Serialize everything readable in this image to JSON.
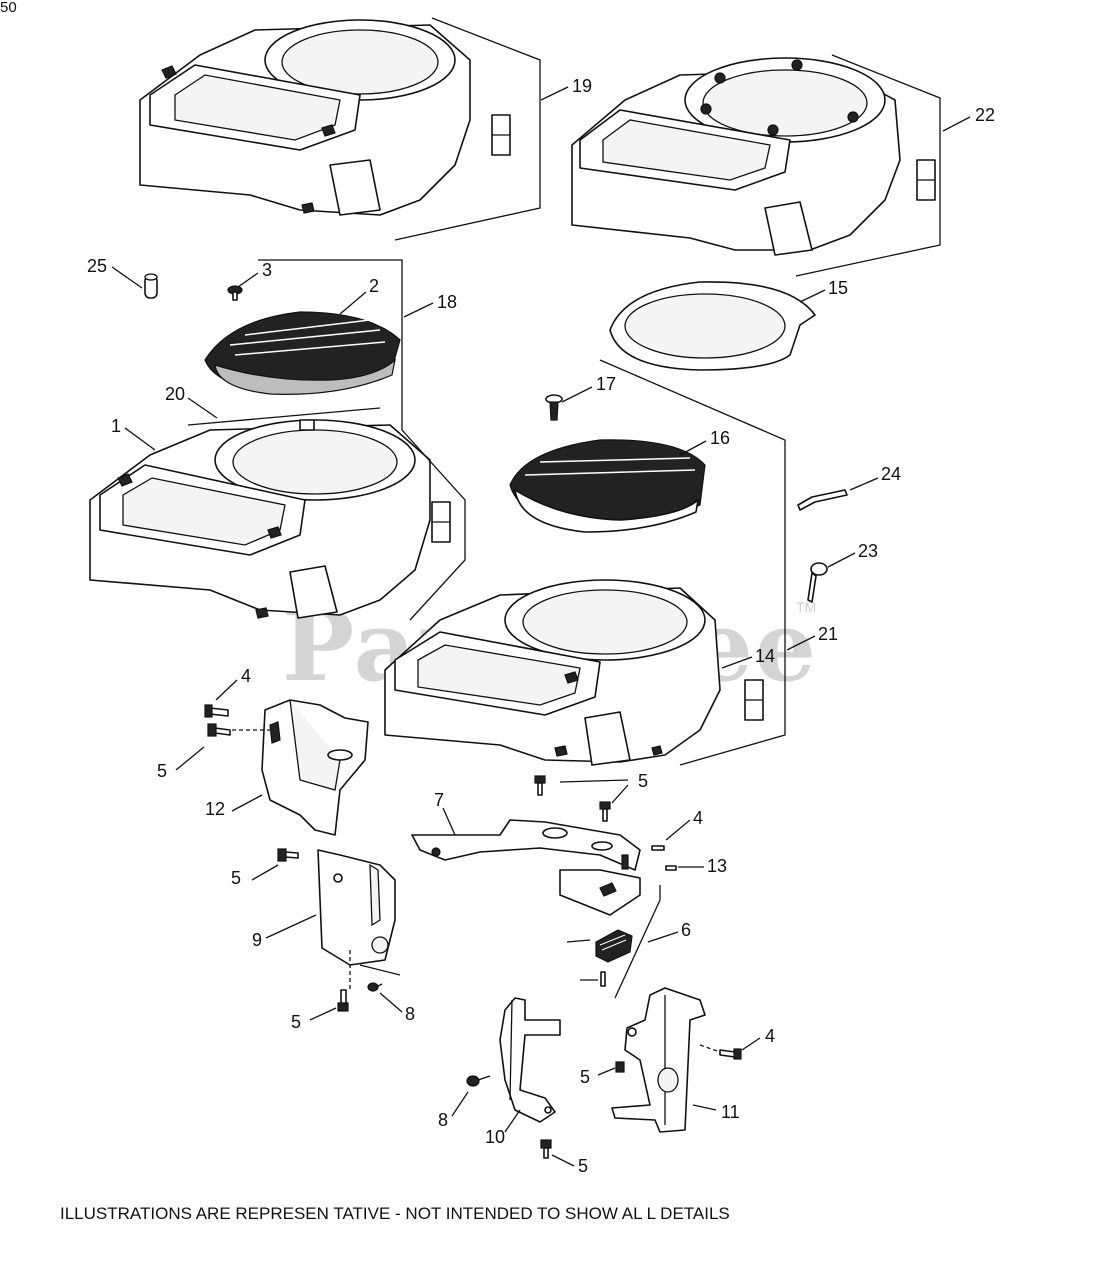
{
  "page_number": "50",
  "watermark": {
    "text": "PartsTree",
    "trademark": "TM"
  },
  "footer_note": "ILLUSTRATIONS ARE REPRESEN TATIVE - NOT INTENDED  TO SHOW AL L DETAILS",
  "callouts": [
    "19",
    "22",
    "25",
    "3",
    "2",
    "18",
    "15",
    "20",
    "1",
    "17",
    "16",
    "24",
    "23",
    "21",
    "14",
    "4",
    "5",
    "12",
    "7",
    "4",
    "13",
    "5",
    "9",
    "6",
    "5",
    "8",
    "4",
    "5",
    "8",
    "10",
    "11",
    "5",
    "5"
  ]
}
